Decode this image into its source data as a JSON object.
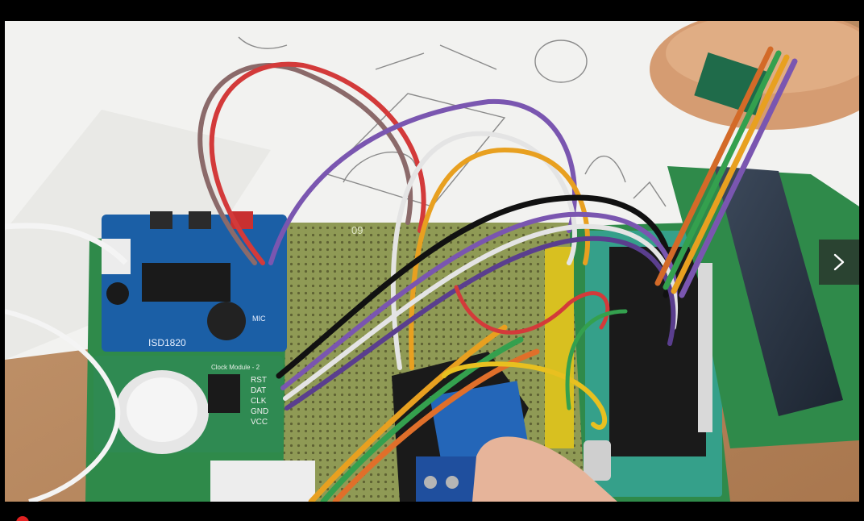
{
  "viewer": {
    "next_icon": "chevron-right-icon",
    "accent_color": "#e02222"
  },
  "photo": {
    "board_labels": {
      "chip": "ISD1820",
      "mic": "MIC",
      "clock_module": "Clock Module - 2",
      "pin_vcc": "VCC",
      "pin_gnd": "GND",
      "pin_clk": "CLK",
      "pin_dat": "DAT",
      "pin_rst": "RST",
      "perfboard_mark": "09"
    }
  }
}
